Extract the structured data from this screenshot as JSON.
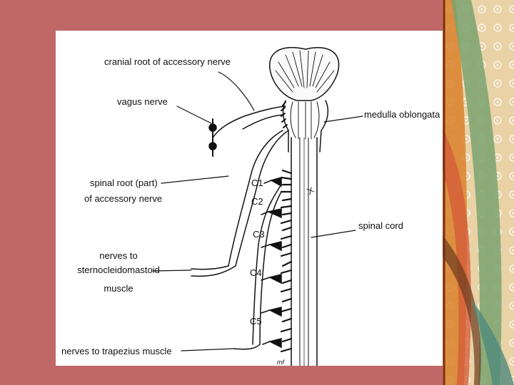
{
  "labels": {
    "cranial_root": "cranial root of accessory nerve",
    "vagus": "vagus nerve",
    "medulla": "medulla oblongata",
    "spinal_root_1": "spinal root (part)",
    "spinal_root_2": "of accessory nerve",
    "spinal_cord": "spinal cord",
    "scm_1": "nerves  to",
    "scm_2": "sternocleidomastoid",
    "scm_3": "muscle",
    "trapezius": "nerves to trapezius muscle",
    "c1": "C1",
    "c2": "C2",
    "c3": "C3",
    "c4": "C4",
    "c5": "C5",
    "signature": "mf"
  },
  "colors": {
    "background": "#c06868",
    "panel": "#e9d2a6",
    "card": "#ffffff",
    "ink": "#111111"
  }
}
